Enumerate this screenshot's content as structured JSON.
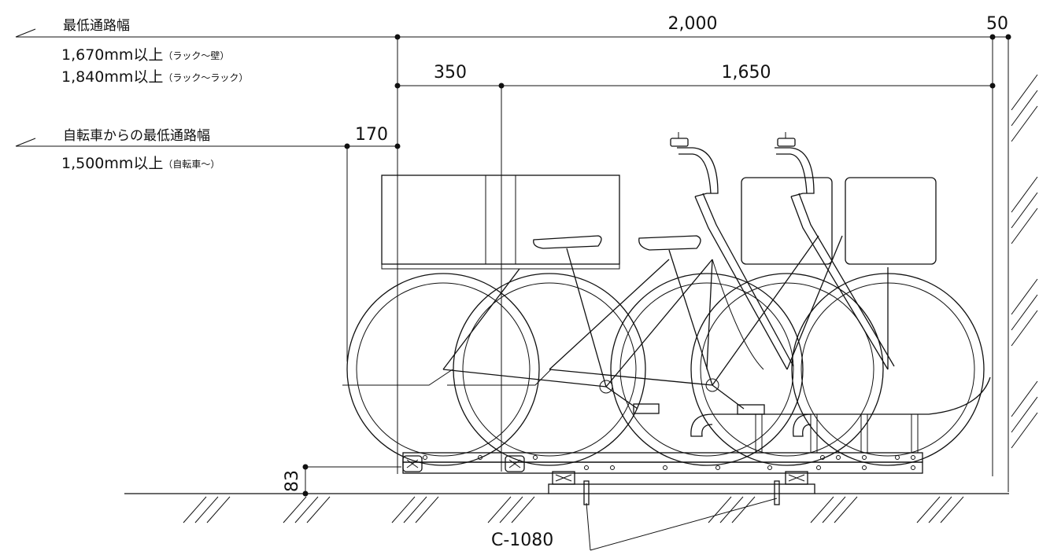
{
  "labels": {
    "min_aisle_title": "最低通路幅",
    "min_aisle_line1_main": "1,670mm以上",
    "min_aisle_line1_paren": "（ラック～壁）",
    "min_aisle_line2_main": "1,840mm以上",
    "min_aisle_line2_paren": "（ラック～ラック）",
    "bike_aisle_title": "自転車からの最低通路幅",
    "bike_aisle_line_main": "1,500mm以上",
    "bike_aisle_line_paren": "（自転車～）",
    "model": "C-1080"
  },
  "dimensions": {
    "total_width": "2,000",
    "wall_gap": "50",
    "offset": "350",
    "rail_span": "1,650",
    "bike_overhang": "170",
    "rail_height": "83"
  }
}
